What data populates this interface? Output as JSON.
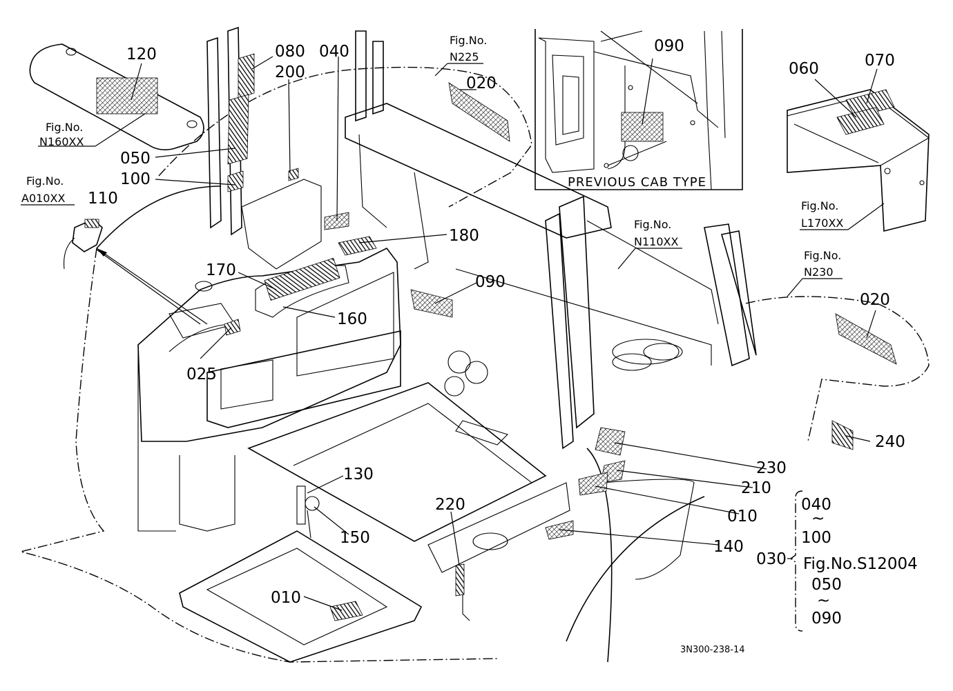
{
  "diagram": {
    "part_labels": [
      {
        "id": "120",
        "text": "120"
      },
      {
        "id": "080",
        "text": "080"
      },
      {
        "id": "200",
        "text": "200"
      },
      {
        "id": "040",
        "text": "040"
      },
      {
        "id": "050",
        "text": "050"
      },
      {
        "id": "100",
        "text": "100"
      },
      {
        "id": "110",
        "text": "110"
      },
      {
        "id": "020a",
        "text": "020"
      },
      {
        "id": "090a",
        "text": "090"
      },
      {
        "id": "060",
        "text": "060"
      },
      {
        "id": "070",
        "text": "070"
      },
      {
        "id": "180",
        "text": "180"
      },
      {
        "id": "170",
        "text": "170"
      },
      {
        "id": "090b",
        "text": "090"
      },
      {
        "id": "160",
        "text": "160"
      },
      {
        "id": "025",
        "text": "025"
      },
      {
        "id": "020b",
        "text": "020"
      },
      {
        "id": "240",
        "text": "240"
      },
      {
        "id": "230",
        "text": "230"
      },
      {
        "id": "210",
        "text": "210"
      },
      {
        "id": "010a",
        "text": "010"
      },
      {
        "id": "130",
        "text": "130"
      },
      {
        "id": "150",
        "text": "150"
      },
      {
        "id": "220",
        "text": "220"
      },
      {
        "id": "140",
        "text": "140"
      },
      {
        "id": "010b",
        "text": "010"
      }
    ],
    "fig_refs": [
      {
        "id": "n160",
        "line1": "Fig.No.",
        "line2": "N160XX"
      },
      {
        "id": "a010",
        "line1": "Fig.No.",
        "line2": "A010XX"
      },
      {
        "id": "n225",
        "line1": "Fig.No.",
        "line2": "N225"
      },
      {
        "id": "n110",
        "line1": "Fig.No.",
        "line2": "N110XX"
      },
      {
        "id": "l170",
        "line1": "Fig.No.",
        "line2": "L170XX"
      },
      {
        "id": "n230",
        "line1": "Fig.No.",
        "line2": "N230"
      }
    ],
    "inset_caption": "PREVIOUS CAB TYPE",
    "bracket_group": {
      "label": "030",
      "top_from": "040",
      "top_tilde": "~",
      "top_to": "100",
      "fig_ref": "Fig.No.S12004",
      "bottom_from": "050",
      "bottom_tilde": "~",
      "bottom_to": "090"
    },
    "drawing_code": "3N300-238-14"
  }
}
